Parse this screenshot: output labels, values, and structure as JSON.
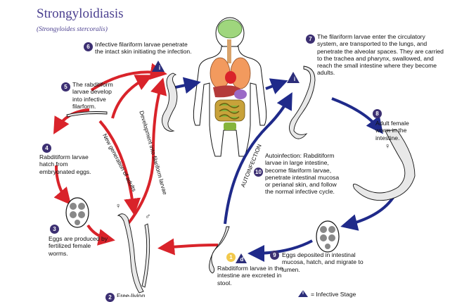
{
  "title": "Strongyloidiasis",
  "subtitle": "(Strongyloides stercoralis)",
  "steps": [
    {
      "n": "1",
      "text": "Rabditiform larvae in the intestine are excreted in stool."
    },
    {
      "n": "3",
      "text": "Eggs are produced by fertilized female worms."
    },
    {
      "n": "4",
      "text": "Rabditiform larvae hatch from embryonated eggs."
    },
    {
      "n": "5",
      "text": "The rabditiform larvae develop into infective filarform."
    },
    {
      "n": "6",
      "text": "Infective filariform larvae penetrate the intact skin initiating the infection."
    },
    {
      "n": "7",
      "text": "The filariform larvae enter the circulatory system, are transported to the lungs, and penetrate the alveolar spaces.  They are carried to the trachea and pharynx, swallowed, and reach the small intestine where they become adults."
    },
    {
      "n": "8",
      "text": "Adult female worm in the intestine."
    },
    {
      "n": "9",
      "text": "Eggs deposited in intestinal mucosa, hatch, and migrate to lumen."
    },
    {
      "n": "10",
      "text": "Autoinfection: Rabditiform larvae in large intestine, become filariform larvae, penetrate intestinal mucosa or perianal skin, and follow the normal infective cycle."
    },
    {
      "n": "2",
      "text": "Free-living"
    }
  ],
  "labels": {
    "new_generation": "New generation of adults",
    "development": "Development into filariform larvae",
    "autoinfection": "AUTOINFECTION",
    "female_symbol": "♀",
    "male_symbol": "♂",
    "female_symbol_8": "♀"
  },
  "legend": {
    "mark": "i",
    "text": "= Infective Stage"
  },
  "markers": {
    "infective": "i",
    "diagnostic": "d"
  },
  "colors": {
    "red": "#d9232a",
    "navy": "#1f2a8a",
    "badge": "#3c2f72",
    "yellow": "#f2c94c"
  }
}
